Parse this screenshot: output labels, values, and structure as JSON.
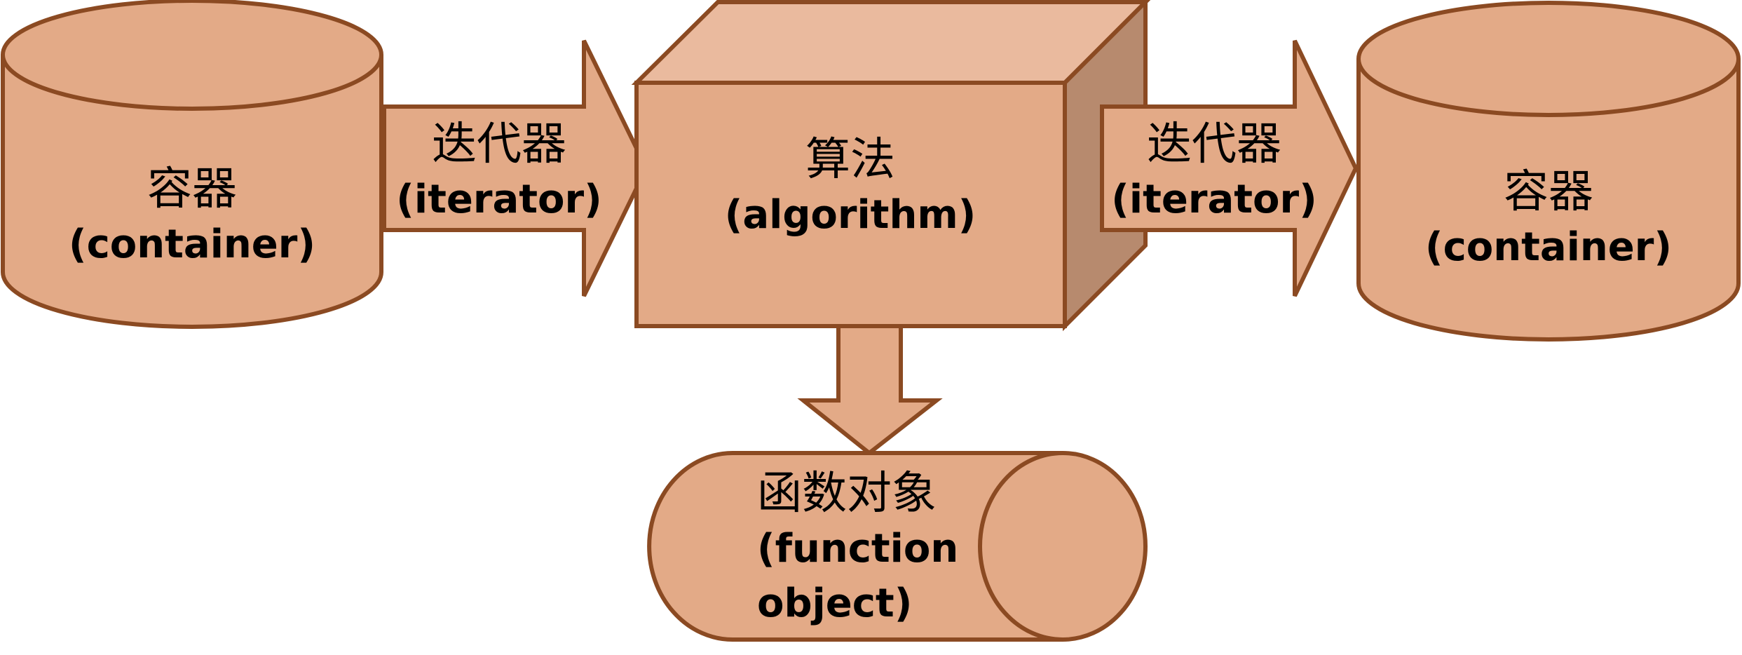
{
  "diagram": {
    "container_left": {
      "zh": "容器",
      "en": "(container)"
    },
    "iterator_left": {
      "zh": "迭代器",
      "en": "(iterator)"
    },
    "algorithm": {
      "zh": "算法",
      "en": "(algorithm)"
    },
    "iterator_right": {
      "zh": "迭代器",
      "en": "(iterator)"
    },
    "container_right": {
      "zh": "容器",
      "en": "(container)"
    },
    "function_object": {
      "zh": "函数对象",
      "en_line1": "(function",
      "en_line2": "object)"
    }
  },
  "colors": {
    "fill": "#E3AA87",
    "fill_top": "#EABA9E",
    "fill_side": "#B78A6E",
    "stroke": "#8B4A22"
  }
}
